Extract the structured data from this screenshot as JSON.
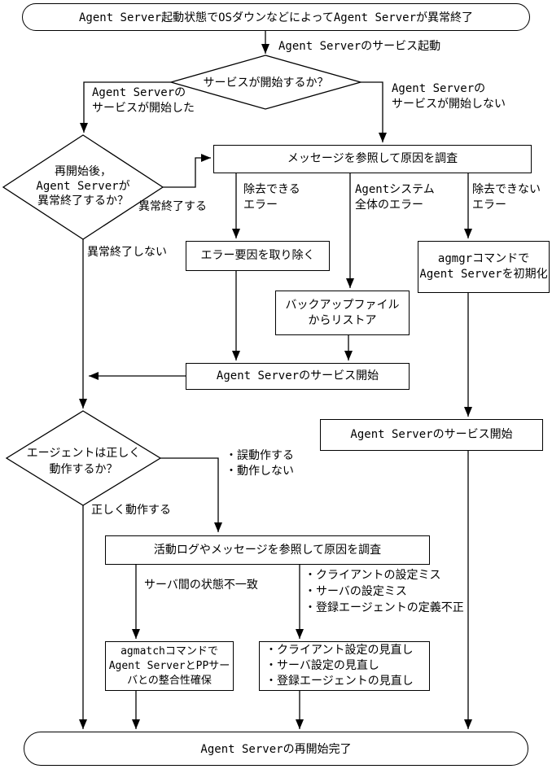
{
  "colors": {
    "background": "#ffffff",
    "line": "#000000",
    "text": "#000000"
  },
  "nodes": {
    "start": {
      "label": "Agent Server起動状態でOSダウンなどによってAgent Serverが異常終了"
    },
    "decision_service": {
      "label": "サービスが開始するか？"
    },
    "decision_abend": {
      "line1": "再開始後，",
      "line2": "Agent Serverが",
      "line3": "異常終了するか？"
    },
    "investigate_message": {
      "label": "メッセージを参照して原因を調査"
    },
    "remove_error_cause": {
      "label": "エラー要因を取り除く"
    },
    "agmgr_initialize": {
      "line1": "agmgrコマンドで",
      "line2": "Agent Serverを初期化"
    },
    "restore_from_backup": {
      "line1": "バックアップファイル",
      "line2": "からリストア"
    },
    "service_start_middle": {
      "label": "Agent Serverのサービス開始"
    },
    "service_start_right": {
      "label": "Agent Serverのサービス開始"
    },
    "decision_agent_works": {
      "line1": "エージェントは正しく",
      "line2": "動作するか？"
    },
    "investigate_activity_log": {
      "label": "活動ログやメッセージを参照して原因を調査"
    },
    "agmatch_consistency": {
      "line1": "agmatchコマンドで",
      "line2": "Agent ServerとPPサー",
      "line3": "バとの整合性確保"
    },
    "review_settings": {
      "line1": "・クライアント設定の見直し",
      "line2": "・サーバ設定の見直し",
      "line3": "・登録エージェントの見直し"
    },
    "end": {
      "label": "Agent Serverの再開始完了"
    }
  },
  "edge_labels": {
    "service_boot": {
      "label": "Agent Serverのサービス起動"
    },
    "service_started": {
      "line1": "Agent Serverの",
      "line2": "サービスが開始した"
    },
    "service_not_started": {
      "line1": "Agent Serverの",
      "line2": "サービスが開始しない"
    },
    "abend_yes": {
      "label": "異常終了する"
    },
    "abend_no": {
      "label": "異常終了しない"
    },
    "removable_error": {
      "line1": "除去できる",
      "line2": "エラー"
    },
    "agent_system_error": {
      "line1": "Agentシステム",
      "line2": "全体のエラー"
    },
    "unremovable_error": {
      "line1": "除去できない",
      "line2": "エラー"
    },
    "agent_malfunction": {
      "line1": "・誤動作する",
      "line2": "・動作しない"
    },
    "agent_works": {
      "label": "正しく動作する"
    },
    "server_state_mismatch": {
      "label": "サーバ間の状態不一致"
    },
    "setting_errors": {
      "line1": "・クライアントの設定ミス",
      "line2": "・サーバの設定ミス",
      "line3": "・登録エージェントの定義不正"
    }
  }
}
